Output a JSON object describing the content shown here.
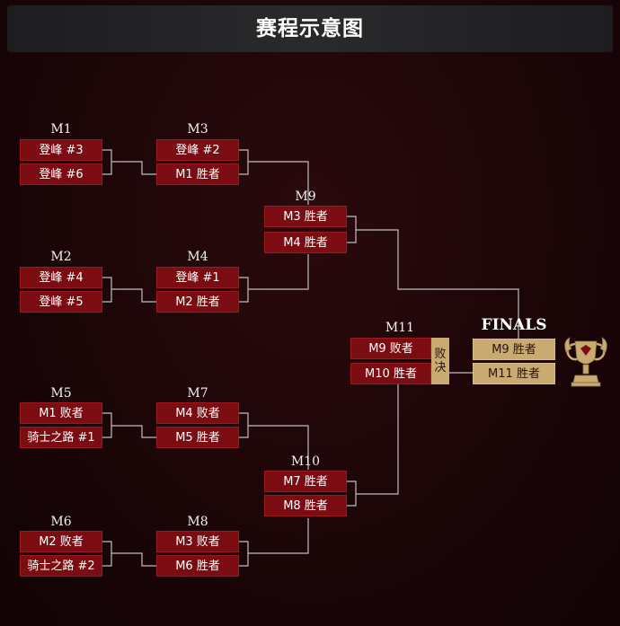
{
  "header": {
    "title": "赛程示意图"
  },
  "matches": {
    "m1": {
      "label": "M1",
      "top": "登峰 #3",
      "bottom": "登峰 #6"
    },
    "m2": {
      "label": "M2",
      "top": "登峰 #4",
      "bottom": "登峰 #5"
    },
    "m3": {
      "label": "M3",
      "top": "登峰 #2",
      "bottom": "M1 胜者"
    },
    "m4": {
      "label": "M4",
      "top": "登峰 #1",
      "bottom": "M2 胜者"
    },
    "m5": {
      "label": "M5",
      "top": "M1 败者",
      "bottom": "骑士之路 #1"
    },
    "m6": {
      "label": "M6",
      "top": "M2 败者",
      "bottom": "骑士之路 #2"
    },
    "m7": {
      "label": "M7",
      "top": "M4 败者",
      "bottom": "M5 胜者"
    },
    "m8": {
      "label": "M8",
      "top": "M3 败者",
      "bottom": "M6 胜者"
    },
    "m9": {
      "label": "M9",
      "top": "M3 胜者",
      "bottom": "M4 胜者"
    },
    "m10": {
      "label": "M10",
      "top": "M7 胜者",
      "bottom": "M8 胜者"
    },
    "m11": {
      "label": "M11",
      "top": "M9 败者",
      "bottom": "M10 胜者",
      "tag_top": "败",
      "tag_bottom": "决"
    },
    "finals": {
      "label": "FINALS",
      "top": "M9 胜者",
      "bottom": "M11 胜者"
    }
  },
  "colors": {
    "box_red": "#7b0d12",
    "box_gold": "#c9ab71",
    "line": "#bfbfbf",
    "background": "#1a0507"
  },
  "icons": [
    "trophy-icon"
  ]
}
